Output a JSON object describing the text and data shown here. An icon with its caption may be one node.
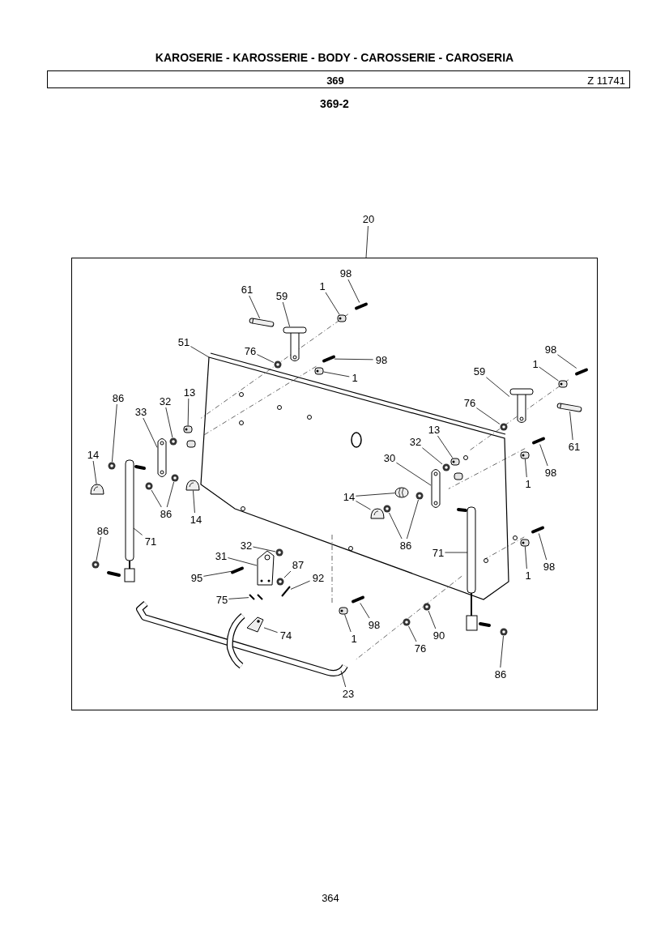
{
  "diagram": {
    "title": "KAROSERIE - KAROSSERIE - BODY - CAROSSERIE - CAROSERIA",
    "nodes": [
      {
        "text": [
          "369",
          "Z 11741"
        ]
      },
      {
        "text": [
          "20"
        ]
      },
      {
        "text": [],
        "shape": "box"
      },
      {
        "text": [
          "61"
        ],
        "in": 2
      },
      {
        "text": [
          "59"
        ],
        "in": 2
      },
      {
        "text": [
          "1"
        ],
        "in": 2
      },
      {
        "text": [
          "98"
        ],
        "in": 2
      },
      {
        "text": [
          "51"
        ],
        "in": 2
      },
      {
        "text": [
          "76"
        ],
        "in": 2
      },
      {
        "text": [
          "98"
        ],
        "in": 2
      },
      {
        "text": [
          "1"
        ],
        "in": 2
      },
      {
        "text": [
          "98"
        ],
        "in": 2
      },
      {
        "text": [
          "1"
        ],
        "in": 2
      },
      {
        "text": [
          "59"
        ],
        "in": 2
      },
      {
        "text": [
          "76"
        ],
        "in": 2
      },
      {
        "text": [
          "61"
        ],
        "in": 2
      },
      {
        "text": [
          "13"
        ],
        "in": 2
      },
      {
        "text": [
          "32"
        ],
        "in": 2
      },
      {
        "text": [
          "33"
        ],
        "in": 2
      },
      {
        "text": [
          "86"
        ],
        "in": 2
      },
      {
        "text": [
          "14"
        ],
        "in": 2
      },
      {
        "text": [
          "13"
        ],
        "in": 2
      },
      {
        "text": [
          "32"
        ],
        "in": 2
      },
      {
        "text": [
          "30"
        ],
        "in": 2
      },
      {
        "text": [
          "98"
        ],
        "in": 2
      },
      {
        "text": [
          "1"
        ],
        "in": 2
      },
      {
        "text": [
          "14"
        ],
        "in": 2
      },
      {
        "text": [
          "86"
        ],
        "in": 2
      },
      {
        "text": [
          "14"
        ],
        "in": 2
      },
      {
        "text": [
          "86"
        ],
        "in": 2
      },
      {
        "text": [
          "86"
        ],
        "in": 2
      },
      {
        "text": [
          "71"
        ],
        "in": 2
      },
      {
        "text": [
          "71"
        ],
        "in": 2
      },
      {
        "text": [
          "98"
        ],
        "in": 2
      },
      {
        "text": [
          "1"
        ],
        "in": 2
      },
      {
        "text": [
          "32"
        ],
        "in": 2
      },
      {
        "text": [
          "31"
        ],
        "in": 2
      },
      {
        "text": [
          "87"
        ],
        "in": 2
      },
      {
        "text": [
          "92"
        ],
        "in": 2
      },
      {
        "text": [
          "95"
        ],
        "in": 2
      },
      {
        "text": [
          "75"
        ],
        "in": 2
      },
      {
        "text": [
          "74"
        ],
        "in": 2
      },
      {
        "text": [
          "98"
        ],
        "in": 2
      },
      {
        "text": [
          "1"
        ],
        "in": 2
      },
      {
        "text": [
          "76"
        ],
        "in": 2
      },
      {
        "text": [
          "90"
        ],
        "in": 2
      },
      {
        "text": [
          "86"
        ],
        "in": 2
      },
      {
        "text": [
          "23"
        ],
        "in": 2
      },
      {
        "text": [],
        "shape": "picture",
        "in": 2
      },
      {
        "text": [],
        "shape": "picture",
        "in": 2
      },
      {
        "text": [],
        "shape": "picture",
        "in": 2
      },
      {
        "text": [],
        "shape": "picture",
        "in": 2
      },
      {
        "text": [],
        "shape": "picture",
        "in": 2
      },
      {
        "text": [],
        "shape": "picture",
        "in": 2
      },
      {
        "text": [],
        "shape": "picture",
        "in": 2
      },
      {
        "text": [],
        "shape": "picture",
        "in": 2
      },
      {
        "text": [],
        "shape": "picture",
        "in": 2
      },
      {
        "text": [],
        "shape": "picture",
        "in": 2
      },
      {
        "text": [],
        "shape": "picture",
        "in": 2
      },
      {
        "text": [],
        "shape": "picture",
        "in": 2
      },
      {
        "text": [],
        "shape": "picture",
        "in": 2
      },
      {
        "text": [],
        "shape": "picture",
        "in": 2
      },
      {
        "text": [],
        "shape": "picture",
        "in": 2
      },
      {
        "text": [],
        "shape": "picture",
        "in": 2
      },
      {
        "text": [],
        "shape": "picture",
        "in": 2
      },
      {
        "text": [],
        "shape": "picture",
        "in": 2
      },
      {
        "text": [],
        "shape": "picture",
        "in": 2
      },
      {
        "text": [],
        "shape": "picture",
        "in": 2
      },
      {
        "text": [],
        "shape": "picture",
        "in": 2
      },
      {
        "text": [],
        "shape": "picture",
        "in": 2
      },
      {
        "text": [],
        "shape": "picture",
        "in": 2
      },
      {
        "text": [],
        "shape": "picture",
        "in": 2
      },
      {
        "text": [],
        "shape": "picture",
        "in": 2
      },
      {
        "text": [],
        "shape": "picture",
        "in": 2
      },
      {
        "text": [],
        "shape": "picture",
        "in": 2
      },
      {
        "text": [],
        "shape": "picture",
        "in": 2
      },
      {
        "text": [],
        "shape": "picture",
        "in": 2
      },
      {
        "text": [],
        "shape": "picture",
        "in": 2
      },
      {
        "text": [],
        "shape": "picture",
        "in": 2
      },
      {
        "text": [],
        "shape": "picture",
        "in": 2
      },
      {
        "text": [],
        "shape": "picture",
        "in": 2
      },
      {
        "text": [],
        "shape": "picture",
        "in": 2
      },
      {
        "text": [],
        "shape": "picture",
        "in": 2
      },
      {
        "text": [],
        "shape": "picture",
        "in": 2
      },
      {
        "text": [],
        "shape": "picture",
        "in": 2
      },
      {
        "text": [],
        "shape": "picture",
        "in": 2
      },
      {
        "text": [],
        "shape": "picture",
        "in": 2
      },
      {
        "text": [],
        "shape": "picture",
        "in": 2
      },
      {
        "text": [],
        "shape": "picture",
        "in": 2
      },
      {
        "text": [],
        "shape": "picture",
        "in": 2
      },
      {
        "text": [],
        "shape": "picture",
        "in": 2
      },
      {
        "text": [],
        "shape": "picture",
        "in": 2
      },
      {
        "text": [],
        "shape": "picture",
        "in": 2
      },
      {
        "text": [],
        "shape": "picture",
        "in": 2
      }
    ],
    "edges": [
      {
        "from": 1,
        "to": 2,
        "arrow": "none"
      },
      {
        "from": 3,
        "to": 48,
        "arrow": "none"
      },
      {
        "from": 4,
        "to": 49,
        "arrow": "none"
      },
      {
        "from": 5,
        "to": 50,
        "arrow": "none"
      },
      {
        "from": 6,
        "to": 51,
        "arrow": "none"
      },
      {
        "from": 7,
        "to": null,
        "arrow": "none"
      },
      {
        "from": 8,
        "to": 52,
        "arrow": "none"
      },
      {
        "from": 9,
        "to": 53,
        "arrow": "none"
      },
      {
        "from": 10,
        "to": 54,
        "arrow": "none"
      },
      {
        "from": 11,
        "to": 55,
        "arrow": "none"
      },
      {
        "from": 12,
        "to": 56,
        "arrow": "none"
      },
      {
        "from": 13,
        "to": 57,
        "arrow": "none"
      },
      {
        "from": 14,
        "to": 58,
        "arrow": "none"
      },
      {
        "from": 15,
        "to": 59,
        "arrow": "none"
      },
      {
        "from": 16,
        "to": 60,
        "arrow": "none"
      },
      {
        "from": 17,
        "to": 61,
        "arrow": "none"
      },
      {
        "from": 18,
        "to": 62,
        "arrow": "none"
      },
      {
        "from": 19,
        "to": 63,
        "arrow": "none"
      },
      {
        "from": 20,
        "to": 64,
        "arrow": "none"
      },
      {
        "from": 21,
        "to": 65,
        "arrow": "none"
      },
      {
        "from": 22,
        "to": 66,
        "arrow": "none"
      },
      {
        "from": 23,
        "to": 67,
        "arrow": "none"
      },
      {
        "from": 24,
        "to": 68,
        "arrow": "none"
      },
      {
        "from": 25,
        "to": 69,
        "arrow": "none"
      },
      {
        "from": 26,
        "to": 70,
        "arrow": "none"
      },
      {
        "from": 26,
        "to": 71,
        "arrow": "none"
      },
      {
        "from": 27,
        "to": 72,
        "arrow": "none"
      },
      {
        "from": 27,
        "to": 73,
        "arrow": "none"
      },
      {
        "from": 28,
        "to": 74,
        "arrow": "none"
      },
      {
        "from": 29,
        "to": 75,
        "arrow": "none"
      },
      {
        "from": 29,
        "to": 76,
        "arrow": "none"
      },
      {
        "from": 30,
        "to": 77,
        "arrow": "none"
      },
      {
        "from": 31,
        "to": 78,
        "arrow": "none"
      },
      {
        "from": 32,
        "to": 79,
        "arrow": "none"
      },
      {
        "from": 33,
        "to": 80,
        "arrow": "none"
      },
      {
        "from": 34,
        "to": 81,
        "arrow": "none"
      },
      {
        "from": 35,
        "to": 82,
        "arrow": "none"
      },
      {
        "from": 36,
        "to": 83,
        "arrow": "none"
      },
      {
        "from": 37,
        "to": 84,
        "arrow": "none"
      },
      {
        "from": 38,
        "to": 85,
        "arrow": "none"
      },
      {
        "from": 39,
        "to": 86,
        "arrow": "none"
      },
      {
        "from": 40,
        "to": 87,
        "arrow": "none"
      },
      {
        "from": 41,
        "to": 88,
        "arrow": "none"
      },
      {
        "from": 42,
        "to": 89,
        "arrow": "none"
      },
      {
        "from": 43,
        "to": 90,
        "arrow": "none"
      },
      {
        "from": 44,
        "to": 91,
        "arrow": "none"
      },
      {
        "from": 45,
        "to": 92,
        "arrow": "none"
      },
      {
        "from": 46,
        "to": 93,
        "arrow": "none"
      },
      {
        "from": 47,
        "to": null,
        "arrow": "none"
      }
    ],
    "labels": [
      "369-2",
      "364"
    ]
  }
}
